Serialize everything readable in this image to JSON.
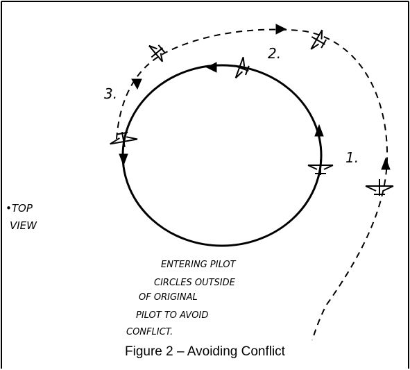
{
  "diagram": {
    "labels": {
      "step1": "1.",
      "step2": "2.",
      "step3": "3.",
      "view_line1": "•TOP",
      "view_line2": "VIEW"
    },
    "note_lines": [
      "ENTERING PILOT",
      "CIRCLES OUTSIDE",
      "OF ORIGINAL",
      "PILOT TO AVOID",
      "CONFLICT."
    ]
  },
  "caption": "Figure 2 – Avoiding Conflict"
}
